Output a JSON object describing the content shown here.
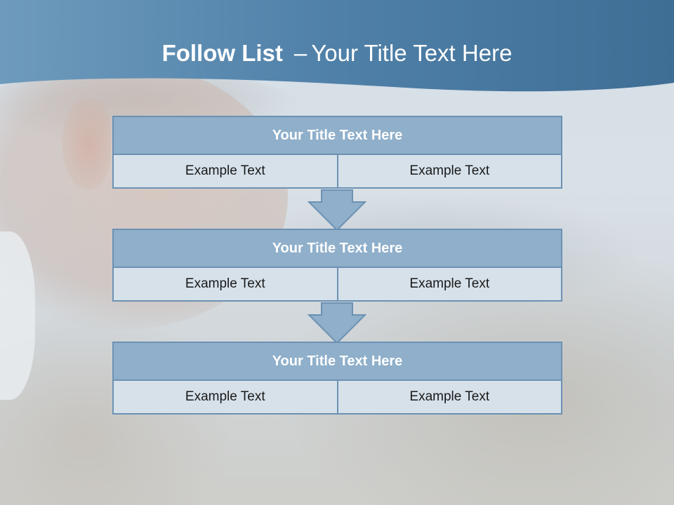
{
  "header": {
    "title_bold": "Follow List",
    "title_separator": "–",
    "title_rest": "Your Title Text Here"
  },
  "colors": {
    "header_band": "#4f7fa6",
    "box_title_fill": "#8fafca",
    "box_cell_fill": "#d6e1ea",
    "box_border": "#6c91b3",
    "arrow_fill": "#8fafca"
  },
  "blocks": [
    {
      "title": "Your Title Text Here",
      "left_text": "Example Text",
      "right_text": "Example Text"
    },
    {
      "title": "Your Title Text Here",
      "left_text": "Example Text",
      "right_text": "Example Text"
    },
    {
      "title": "Your Title Text Here",
      "left_text": "Example Text",
      "right_text": "Example Text"
    }
  ],
  "icons": [
    "down-arrow-icon",
    "down-arrow-icon"
  ]
}
